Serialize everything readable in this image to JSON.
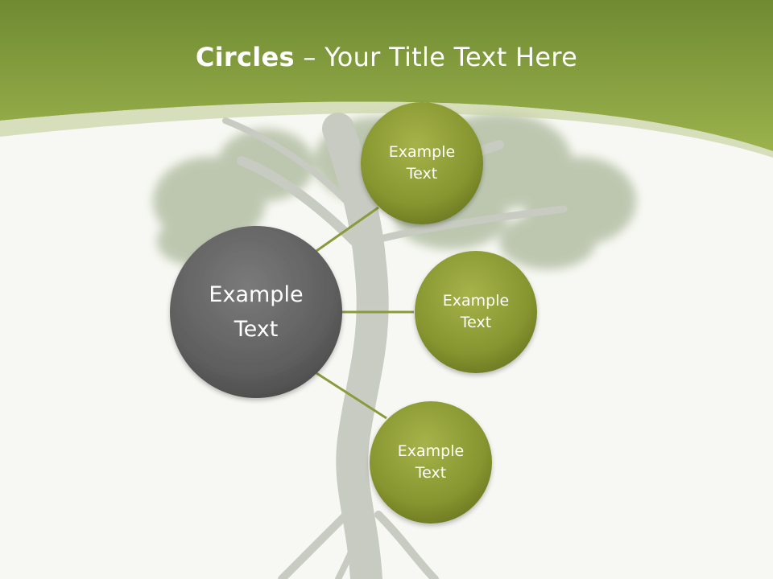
{
  "title": {
    "bold": "Circles",
    "rest": " – Your Title Text Here"
  },
  "center_node": {
    "line1": "Example",
    "line2": "Text"
  },
  "nodes": [
    {
      "line1": "Example",
      "line2": "Text"
    },
    {
      "line1": "Example",
      "line2": "Text"
    },
    {
      "line1": "Example",
      "line2": "Text"
    }
  ],
  "colors": {
    "header_dark": "#6f8a32",
    "header_light": "#9bb24c",
    "node_green": "#86952f",
    "center_gray": "#5f5f5f",
    "connector": "#8a9a3c",
    "background": "#f7f8f3"
  }
}
